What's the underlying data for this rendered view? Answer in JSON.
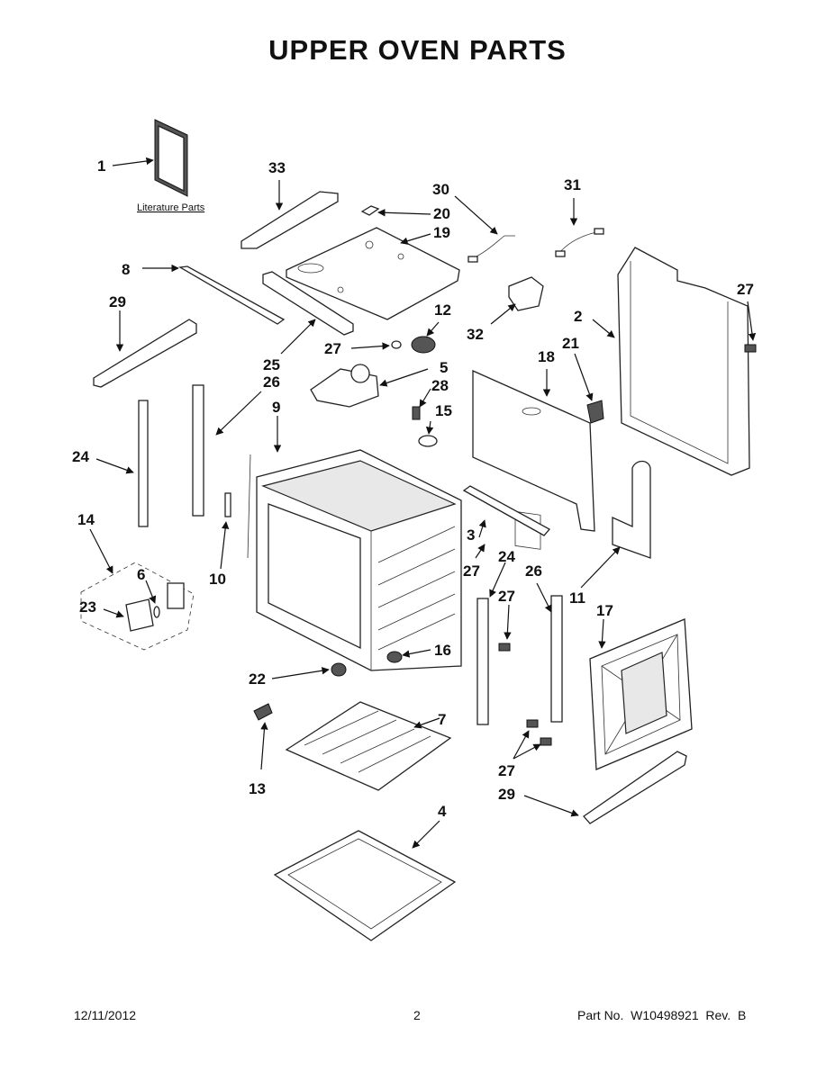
{
  "title": "UPPER OVEN PARTS",
  "literature_label": "Literature Parts",
  "callouts": {
    "c1": "1",
    "c33": "33",
    "c30": "30",
    "c31": "31",
    "c20": "20",
    "c19": "19",
    "c8": "8",
    "c29a": "29",
    "c27a": "27",
    "c12": "12",
    "c32": "32",
    "c2": "2",
    "c27b": "27",
    "c21": "21",
    "c18": "18",
    "c25": "25",
    "c26a": "26",
    "c5": "5",
    "c28": "28",
    "c9": "9",
    "c15": "15",
    "c24a": "24",
    "c14": "14",
    "c6": "6",
    "c23": "23",
    "c10": "10",
    "c3": "3",
    "c27c": "27",
    "c24b": "24",
    "c26b": "26",
    "c27d": "27",
    "c11": "11",
    "c17": "17",
    "c16": "16",
    "c22": "22",
    "c7": "7",
    "c13": "13",
    "c27e": "27",
    "c29b": "29",
    "c4": "4"
  },
  "footer": {
    "date": "12/11/2012",
    "page": "2",
    "part_no": "Part No.  W10498921  Rev.  B"
  }
}
